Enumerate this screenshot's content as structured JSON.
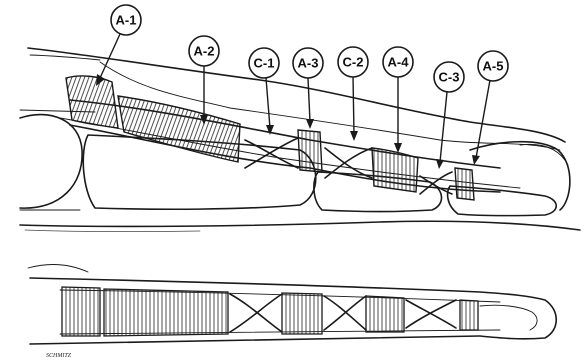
{
  "pulleys": [
    {
      "id": "a1",
      "label": "A-1"
    },
    {
      "id": "a2",
      "label": "A-2"
    },
    {
      "id": "c1",
      "label": "C-1"
    },
    {
      "id": "a3",
      "label": "A-3"
    },
    {
      "id": "c2",
      "label": "C-2"
    },
    {
      "id": "a4",
      "label": "A-4"
    },
    {
      "id": "c3",
      "label": "C-3"
    },
    {
      "id": "a5",
      "label": "A-5"
    }
  ],
  "signature": "SCHMITZ"
}
